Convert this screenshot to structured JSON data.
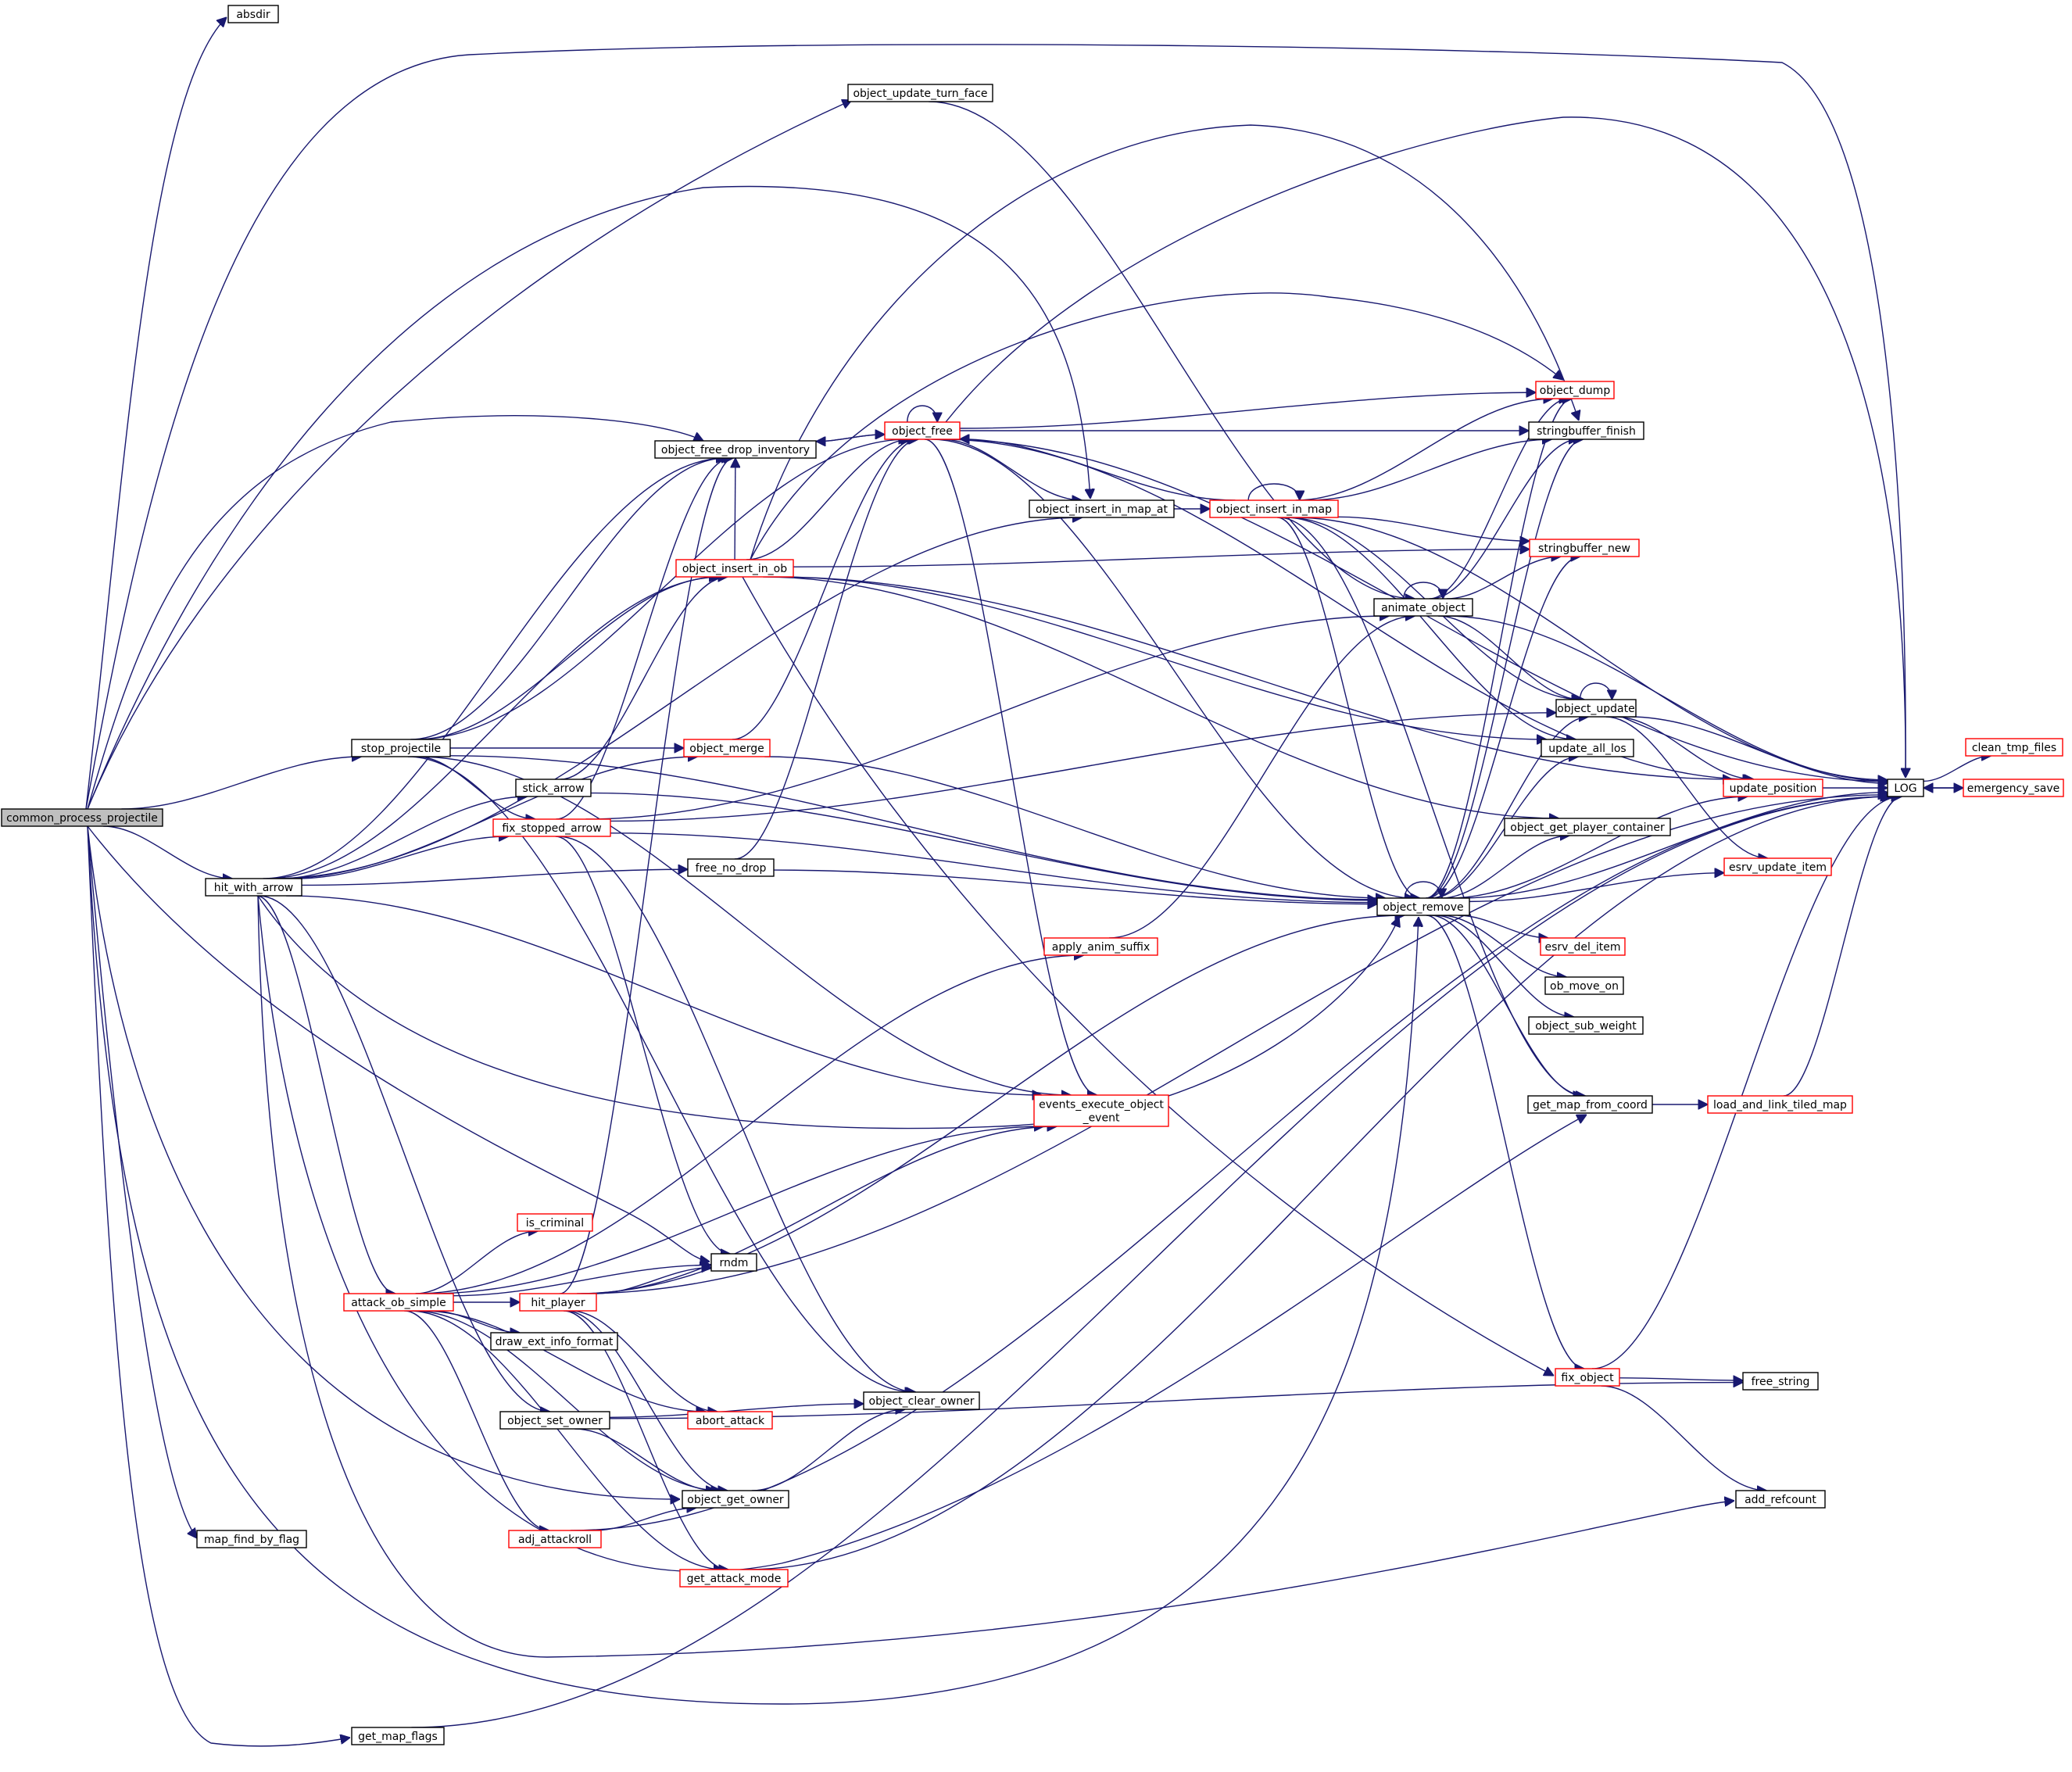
{
  "colors": {
    "edge": "#191970",
    "node_border_black": "#000000",
    "node_border_red": "#ff0000",
    "root_fill": "#bfbfbf",
    "node_fill": "#ffffff"
  },
  "nodes": [
    {
      "id": "common_process_projectile",
      "label": "common_process_projectile",
      "border": "black",
      "root": true
    },
    {
      "id": "absdir",
      "label": "absdir",
      "border": "black"
    },
    {
      "id": "LOG",
      "label": "LOG",
      "border": "black"
    },
    {
      "id": "object_update_turn_face",
      "label": "object_update_turn_face",
      "border": "black"
    },
    {
      "id": "object_free",
      "label": "object_free",
      "border": "red"
    },
    {
      "id": "object_dump",
      "label": "object_dump",
      "border": "red"
    },
    {
      "id": "stringbuffer_finish",
      "label": "stringbuffer_finish",
      "border": "black"
    },
    {
      "id": "object_free_drop_inventory",
      "label": "object_free_drop_inventory",
      "border": "black"
    },
    {
      "id": "object_insert_in_map_at",
      "label": "object_insert_in_map_at",
      "border": "black"
    },
    {
      "id": "object_insert_in_map",
      "label": "object_insert_in_map",
      "border": "red"
    },
    {
      "id": "stringbuffer_new",
      "label": "stringbuffer_new",
      "border": "red"
    },
    {
      "id": "object_insert_in_ob",
      "label": "object_insert_in_ob",
      "border": "red"
    },
    {
      "id": "animate_object",
      "label": "animate_object",
      "border": "black"
    },
    {
      "id": "object_update",
      "label": "object_update",
      "border": "black"
    },
    {
      "id": "clean_tmp_files",
      "label": "clean_tmp_files",
      "border": "red"
    },
    {
      "id": "update_all_los",
      "label": "update_all_los",
      "border": "black"
    },
    {
      "id": "stop_projectile",
      "label": "stop_projectile",
      "border": "black"
    },
    {
      "id": "object_merge",
      "label": "object_merge",
      "border": "red"
    },
    {
      "id": "update_position",
      "label": "update_position",
      "border": "red"
    },
    {
      "id": "emergency_save",
      "label": "emergency_save",
      "border": "red"
    },
    {
      "id": "stick_arrow",
      "label": "stick_arrow",
      "border": "black"
    },
    {
      "id": "object_get_player_container",
      "label": "object_get_player_container",
      "border": "black"
    },
    {
      "id": "fix_stopped_arrow",
      "label": "fix_stopped_arrow",
      "border": "red"
    },
    {
      "id": "esrv_update_item",
      "label": "esrv_update_item",
      "border": "red"
    },
    {
      "id": "hit_with_arrow",
      "label": "hit_with_arrow",
      "border": "black"
    },
    {
      "id": "free_no_drop",
      "label": "free_no_drop",
      "border": "black"
    },
    {
      "id": "object_remove",
      "label": "object_remove",
      "border": "black"
    },
    {
      "id": "apply_anim_suffix",
      "label": "apply_anim_suffix",
      "border": "red"
    },
    {
      "id": "esrv_del_item",
      "label": "esrv_del_item",
      "border": "red"
    },
    {
      "id": "ob_move_on",
      "label": "ob_move_on",
      "border": "black"
    },
    {
      "id": "object_sub_weight",
      "label": "object_sub_weight",
      "border": "black"
    },
    {
      "id": "events_execute_object_event",
      "label": "events_execute_object\n_event",
      "border": "red"
    },
    {
      "id": "get_map_from_coord",
      "label": "get_map_from_coord",
      "border": "black"
    },
    {
      "id": "load_and_link_tiled_map",
      "label": "load_and_link_tiled_map",
      "border": "red"
    },
    {
      "id": "is_criminal",
      "label": "is_criminal",
      "border": "red"
    },
    {
      "id": "rndm",
      "label": "rndm",
      "border": "black"
    },
    {
      "id": "attack_ob_simple",
      "label": "attack_ob_simple",
      "border": "red"
    },
    {
      "id": "hit_player",
      "label": "hit_player",
      "border": "red"
    },
    {
      "id": "draw_ext_info_format",
      "label": "draw_ext_info_format",
      "border": "black"
    },
    {
      "id": "fix_object",
      "label": "fix_object",
      "border": "red"
    },
    {
      "id": "free_string",
      "label": "free_string",
      "border": "black"
    },
    {
      "id": "object_clear_owner",
      "label": "object_clear_owner",
      "border": "black"
    },
    {
      "id": "abort_attack",
      "label": "abort_attack",
      "border": "red"
    },
    {
      "id": "object_set_owner",
      "label": "object_set_owner",
      "border": "black"
    },
    {
      "id": "object_get_owner",
      "label": "object_get_owner",
      "border": "black"
    },
    {
      "id": "add_refcount",
      "label": "add_refcount",
      "border": "black"
    },
    {
      "id": "map_find_by_flag",
      "label": "map_find_by_flag",
      "border": "black"
    },
    {
      "id": "adj_attackroll",
      "label": "adj_attackroll",
      "border": "red"
    },
    {
      "id": "get_attack_mode",
      "label": "get_attack_mode",
      "border": "red"
    },
    {
      "id": "get_map_flags",
      "label": "get_map_flags",
      "border": "black"
    }
  ],
  "edges": [
    [
      "common_process_projectile",
      "absdir"
    ],
    [
      "common_process_projectile",
      "LOG"
    ],
    [
      "common_process_projectile",
      "object_update_turn_face"
    ],
    [
      "common_process_projectile",
      "object_free_drop_inventory"
    ],
    [
      "common_process_projectile",
      "object_insert_in_map_at"
    ],
    [
      "common_process_projectile",
      "stop_projectile"
    ],
    [
      "common_process_projectile",
      "hit_with_arrow"
    ],
    [
      "common_process_projectile",
      "rndm"
    ],
    [
      "common_process_projectile",
      "object_get_owner"
    ],
    [
      "common_process_projectile",
      "map_find_by_flag"
    ],
    [
      "common_process_projectile",
      "get_map_flags"
    ],
    [
      "common_process_projectile",
      "object_remove"
    ],
    [
      "object_update_turn_face",
      "animate_object"
    ],
    [
      "object_free",
      "object_free"
    ],
    [
      "object_free",
      "object_dump"
    ],
    [
      "object_free",
      "stringbuffer_finish"
    ],
    [
      "object_free",
      "object_free_drop_inventory"
    ],
    [
      "object_free",
      "object_insert_in_map_at"
    ],
    [
      "object_free",
      "stringbuffer_new"
    ],
    [
      "object_free",
      "object_remove"
    ],
    [
      "object_free",
      "events_execute_object_event"
    ],
    [
      "object_free",
      "update_position"
    ],
    [
      "object_free",
      "LOG"
    ],
    [
      "object_free_drop_inventory",
      "object_free"
    ],
    [
      "object_insert_in_map_at",
      "object_insert_in_map"
    ],
    [
      "object_insert_in_map",
      "object_insert_in_map"
    ],
    [
      "object_insert_in_map",
      "object_free"
    ],
    [
      "object_insert_in_map",
      "object_dump"
    ],
    [
      "object_insert_in_map",
      "stringbuffer_finish"
    ],
    [
      "object_insert_in_map",
      "stringbuffer_new"
    ],
    [
      "object_insert_in_map",
      "object_update"
    ],
    [
      "object_insert_in_map",
      "update_all_los"
    ],
    [
      "object_insert_in_map",
      "object_remove"
    ],
    [
      "object_insert_in_map",
      "get_map_from_coord"
    ],
    [
      "object_insert_in_map",
      "LOG"
    ],
    [
      "object_insert_in_ob",
      "object_free"
    ],
    [
      "object_insert_in_ob",
      "object_dump"
    ],
    [
      "object_insert_in_ob",
      "stringbuffer_finish"
    ],
    [
      "object_insert_in_ob",
      "stringbuffer_new"
    ],
    [
      "object_insert_in_ob",
      "update_all_los"
    ],
    [
      "object_insert_in_ob",
      "object_get_player_container"
    ],
    [
      "object_insert_in_ob",
      "update_position"
    ],
    [
      "object_insert_in_ob",
      "fix_object"
    ],
    [
      "object_insert_in_ob",
      "object_free_drop_inventory"
    ],
    [
      "animate_object",
      "animate_object"
    ],
    [
      "animate_object",
      "object_dump"
    ],
    [
      "animate_object",
      "stringbuffer_finish"
    ],
    [
      "animate_object",
      "stringbuffer_new"
    ],
    [
      "animate_object",
      "object_update"
    ],
    [
      "animate_object",
      "LOG"
    ],
    [
      "object_update",
      "object_update"
    ],
    [
      "object_update",
      "update_position"
    ],
    [
      "object_update",
      "esrv_update_item"
    ],
    [
      "object_update",
      "LOG"
    ],
    [
      "update_position",
      "LOG"
    ],
    [
      "LOG",
      "clean_tmp_files"
    ],
    [
      "LOG",
      "emergency_save"
    ],
    [
      "emergency_save",
      "LOG"
    ],
    [
      "stop_projectile",
      "object_free_drop_inventory"
    ],
    [
      "stop_projectile",
      "object_insert_in_ob"
    ],
    [
      "stop_projectile",
      "object_merge"
    ],
    [
      "stop_projectile",
      "fix_stopped_arrow"
    ],
    [
      "stop_projectile",
      "object_remove"
    ],
    [
      "stop_projectile",
      "events_execute_object_event"
    ],
    [
      "stop_projectile",
      "object_clear_owner"
    ],
    [
      "stop_projectile",
      "object_free"
    ],
    [
      "object_merge",
      "object_free"
    ],
    [
      "object_merge",
      "object_remove"
    ],
    [
      "stick_arrow",
      "object_insert_in_ob"
    ],
    [
      "stick_arrow",
      "object_remove"
    ],
    [
      "fix_stopped_arrow",
      "object_free_drop_inventory"
    ],
    [
      "fix_stopped_arrow",
      "animate_object"
    ],
    [
      "fix_stopped_arrow",
      "object_remove"
    ],
    [
      "fix_stopped_arrow",
      "rndm"
    ],
    [
      "fix_stopped_arrow",
      "object_clear_owner"
    ],
    [
      "fix_stopped_arrow",
      "object_update"
    ],
    [
      "hit_with_arrow",
      "object_free_drop_inventory"
    ],
    [
      "hit_with_arrow",
      "object_insert_in_map_at"
    ],
    [
      "hit_with_arrow",
      "object_insert_in_ob"
    ],
    [
      "hit_with_arrow",
      "object_merge"
    ],
    [
      "hit_with_arrow",
      "stick_arrow"
    ],
    [
      "hit_with_arrow",
      "fix_stopped_arrow"
    ],
    [
      "hit_with_arrow",
      "free_no_drop"
    ],
    [
      "hit_with_arrow",
      "object_remove"
    ],
    [
      "hit_with_arrow",
      "events_execute_object_event"
    ],
    [
      "hit_with_arrow",
      "attack_ob_simple"
    ],
    [
      "hit_with_arrow",
      "object_set_owner"
    ],
    [
      "hit_with_arrow",
      "get_map_from_coord"
    ],
    [
      "hit_with_arrow",
      "add_refcount"
    ],
    [
      "free_no_drop",
      "object_free"
    ],
    [
      "free_no_drop",
      "object_remove"
    ],
    [
      "object_remove",
      "object_remove"
    ],
    [
      "object_remove",
      "object_dump"
    ],
    [
      "object_remove",
      "stringbuffer_finish"
    ],
    [
      "object_remove",
      "stringbuffer_new"
    ],
    [
      "object_remove",
      "object_update"
    ],
    [
      "object_remove",
      "update_all_los"
    ],
    [
      "object_remove",
      "object_get_player_container"
    ],
    [
      "object_remove",
      "update_position"
    ],
    [
      "object_remove",
      "esrv_update_item"
    ],
    [
      "object_remove",
      "esrv_del_item"
    ],
    [
      "object_remove",
      "ob_move_on"
    ],
    [
      "object_remove",
      "object_sub_weight"
    ],
    [
      "object_remove",
      "get_map_from_coord"
    ],
    [
      "object_remove",
      "fix_object"
    ],
    [
      "object_remove",
      "LOG"
    ],
    [
      "apply_anim_suffix",
      "animate_object"
    ],
    [
      "get_map_from_coord",
      "load_and_link_tiled_map"
    ],
    [
      "load_and_link_tiled_map",
      "LOG"
    ],
    [
      "attack_ob_simple",
      "apply_anim_suffix"
    ],
    [
      "attack_ob_simple",
      "events_execute_object_event"
    ],
    [
      "attack_ob_simple",
      "is_criminal"
    ],
    [
      "attack_ob_simple",
      "rndm"
    ],
    [
      "attack_ob_simple",
      "hit_player"
    ],
    [
      "attack_ob_simple",
      "draw_ext_info_format"
    ],
    [
      "attack_ob_simple",
      "abort_attack"
    ],
    [
      "attack_ob_simple",
      "object_get_owner"
    ],
    [
      "attack_ob_simple",
      "adj_attackroll"
    ],
    [
      "attack_ob_simple",
      "get_attack_mode"
    ],
    [
      "hit_player",
      "object_free_drop_inventory"
    ],
    [
      "hit_player",
      "rndm"
    ],
    [
      "hit_player",
      "events_execute_object_event"
    ],
    [
      "hit_player",
      "object_remove"
    ],
    [
      "hit_player",
      "abort_attack"
    ],
    [
      "hit_player",
      "object_get_owner"
    ],
    [
      "hit_player",
      "get_attack_mode"
    ],
    [
      "hit_player",
      "LOG"
    ],
    [
      "fix_object",
      "free_string"
    ],
    [
      "fix_object",
      "add_refcount"
    ],
    [
      "fix_object",
      "LOG"
    ],
    [
      "object_set_owner",
      "object_clear_owner"
    ],
    [
      "object_set_owner",
      "object_get_owner"
    ],
    [
      "object_set_owner",
      "free_string"
    ],
    [
      "object_get_owner",
      "object_clear_owner"
    ],
    [
      "adj_attackroll",
      "object_get_owner"
    ],
    [
      "adj_attackroll",
      "LOG"
    ],
    [
      "get_attack_mode",
      "LOG"
    ],
    [
      "get_map_flags",
      "LOG"
    ]
  ]
}
